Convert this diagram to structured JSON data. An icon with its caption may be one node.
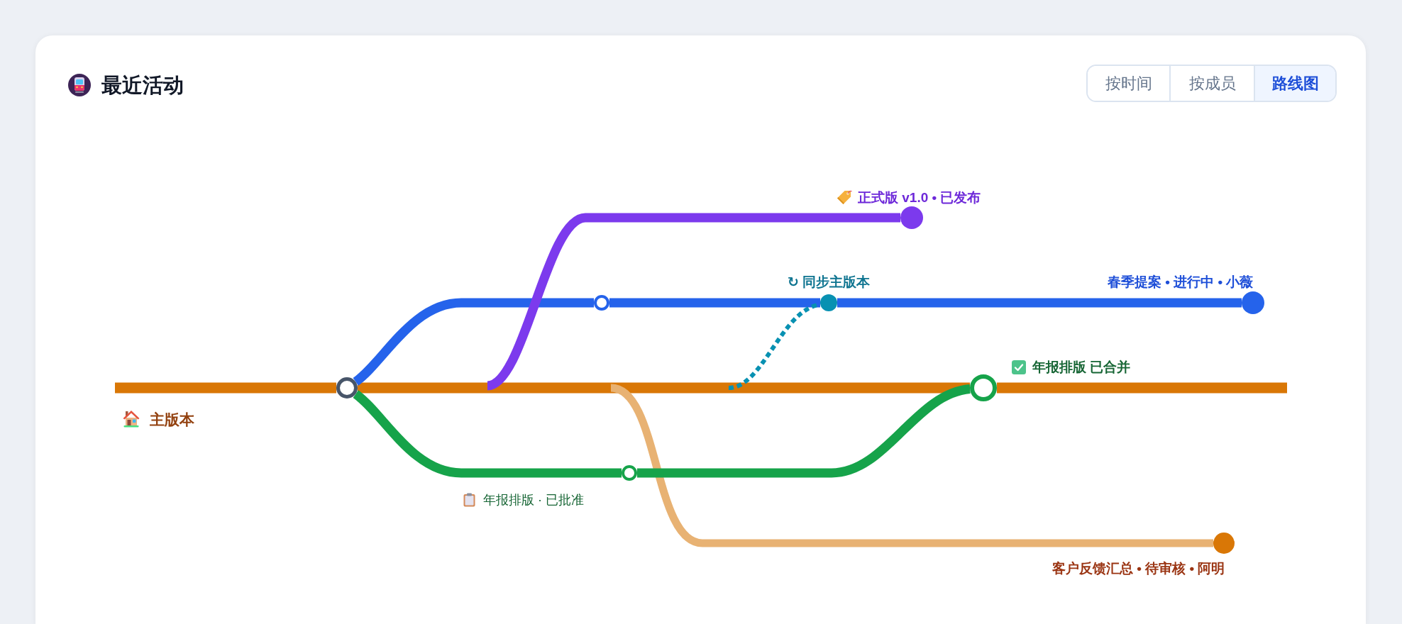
{
  "diagram": {
    "title": "最近活动",
    "nodes": [
      {
        "text": [],
        "shape": "circle",
        "beside": [
          "正式版 v1.0 • 已发布"
        ]
      },
      {
        "text": [],
        "shape": "circle"
      },
      {
        "text": [],
        "shape": "circle",
        "beside": [
          "↻ 同步主版本"
        ]
      },
      {
        "text": [],
        "shape": "circle",
        "beside": [
          "春季提案 • 进行中 • 小薇"
        ]
      },
      {
        "text": [],
        "shape": "circle"
      },
      {
        "text": [],
        "shape": "circle",
        "beside": [
          "年报排版 已合并"
        ]
      },
      {
        "text": [],
        "shape": "circle",
        "beside": [
          "年报排版 · 已批准"
        ]
      },
      {
        "text": [],
        "shape": "circle",
        "beside": [
          "客户反馈汇总 • 待审核 • 阿明"
        ]
      }
    ],
    "edges": [
      {
        "from": null,
        "to": 4,
        "arrow": "none",
        "color": "#d97706"
      },
      {
        "from": 4,
        "to": 5,
        "arrow": "none",
        "color": "#d97706"
      },
      {
        "from": 5,
        "to": null,
        "arrow": "none",
        "color": "#d97706"
      },
      {
        "from": 4,
        "to": 1,
        "arrow": "none",
        "color": "#2563eb"
      },
      {
        "from": 1,
        "to": 2,
        "arrow": "none",
        "color": "#2563eb"
      },
      {
        "from": 2,
        "to": 3,
        "arrow": "none",
        "color": "#2563eb"
      },
      {
        "from": 4,
        "to": 6,
        "arrow": "none",
        "color": "#16a34a"
      },
      {
        "from": 6,
        "to": 5,
        "arrow": "none",
        "color": "#16a34a"
      },
      {
        "from": null,
        "to": 0,
        "arrow": "none",
        "color": "#7c3aed"
      },
      {
        "from": null,
        "to": 7,
        "arrow": "none",
        "color": "#e8b273"
      },
      {
        "from": null,
        "to": 2,
        "arrow": "none",
        "style": "dashed",
        "color": "#0891b2"
      }
    ],
    "labels": [
      "按时间",
      "按成员",
      "路线图",
      "主版本"
    ]
  }
}
